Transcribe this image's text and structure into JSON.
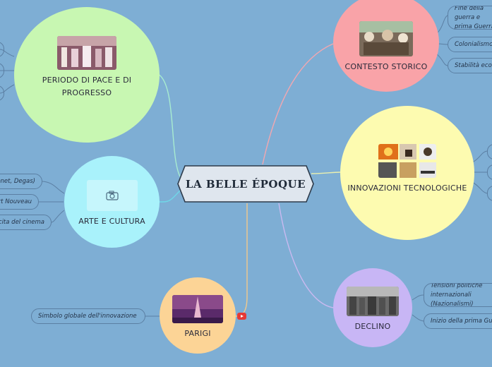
{
  "central": {
    "title": "LA BELLE ÉPOQUE"
  },
  "nodes": {
    "pace": {
      "label": "PERIODO DI PACE E DI PROGRESSO",
      "color": "#c8f7b2"
    },
    "contesto": {
      "label": "CONTESTO STORICO",
      "color": "#f9a3a8"
    },
    "innovazioni": {
      "label": "INNOVAZIONI TECNOLOGICHE",
      "color": "#fdfbb0"
    },
    "arte": {
      "label": "ARTE E CULTURA",
      "color": "#a9f2fb"
    },
    "parigi": {
      "label": "PARIGI",
      "color": "#fcd496"
    },
    "declino": {
      "label": "DECLINO",
      "color": "#c8b6f5"
    }
  },
  "leaves": {
    "contesto": [
      "Fine della guerra e prima Guerra",
      "Colonialismo",
      "Stabilità economica"
    ],
    "arte": [
      "(Monet, Degas)",
      "Art Nouveau",
      "La nascita del cinema"
    ],
    "parigi": [
      "Simbolo globale dell'innovazione"
    ],
    "declino": [
      "Tensioni politiche internazionali (Nazionalismi)",
      "Inizio della prima Guerra Mondiale"
    ]
  },
  "icons": {
    "camera": "camera-icon",
    "video": "youtube-play-icon"
  },
  "colors": {
    "background": "#7eaed4",
    "pill_border": "#5b7fa3"
  }
}
